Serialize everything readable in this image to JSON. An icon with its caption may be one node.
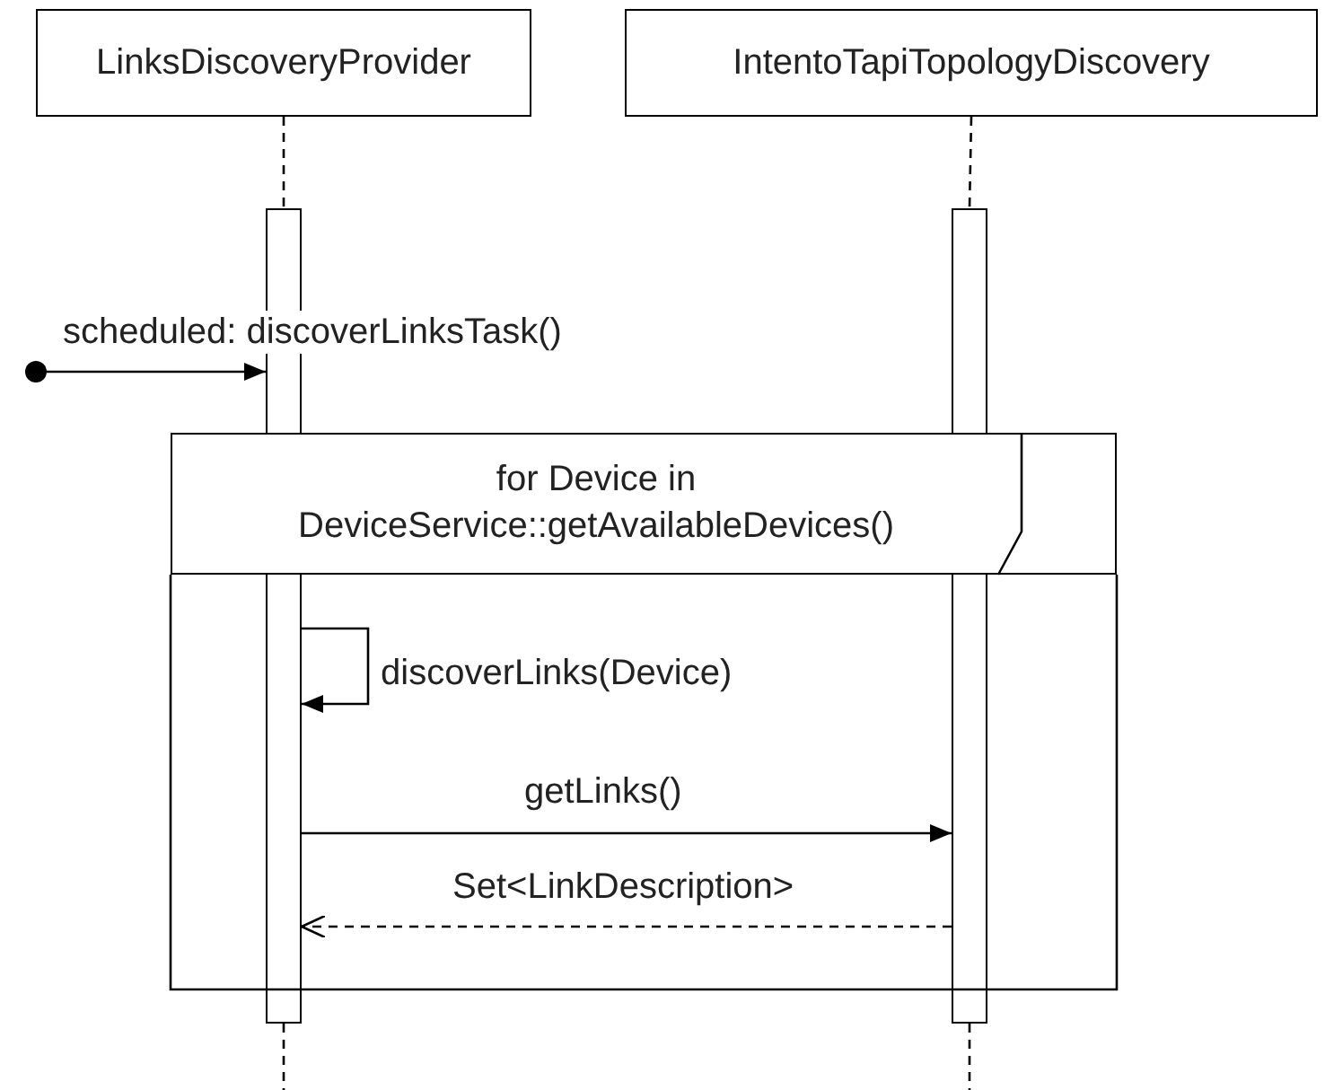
{
  "diagram": {
    "nodes": [
      {
        "text": [
          "LinksDiscoveryProvider"
        ]
      },
      {
        "text": [
          "IntentoTapiTopologyDiscovery"
        ]
      },
      {
        "text": [],
        "shape": "bar"
      },
      {
        "text": [],
        "shape": "bar"
      },
      {
        "text": [],
        "shape": "circle"
      },
      {
        "text": [
          "for Device in DeviceService::getAvailableDevices()"
        ]
      }
    ],
    "edges": [
      {
        "from": 0,
        "to": 2,
        "arrow": "none",
        "style": "dashed"
      },
      {
        "from": 1,
        "to": 3,
        "arrow": "none",
        "style": "dashed"
      },
      {
        "from": 2,
        "to": null,
        "arrow": "none",
        "style": "dashed"
      },
      {
        "from": 3,
        "to": null,
        "arrow": "none",
        "style": "dashed"
      },
      {
        "from": 4,
        "to": 2,
        "arrow": "to",
        "label": "scheduled: discoverLinksTask()"
      },
      {
        "from": 2,
        "to": 2,
        "arrow": "to",
        "label": "discoverLinks(Device)"
      },
      {
        "from": 2,
        "to": 3,
        "arrow": "to",
        "label": "getLinks()"
      },
      {
        "from": 3,
        "to": 2,
        "arrow": "to",
        "label": "Set<LinkDescription>",
        "style": "dashed"
      }
    ]
  }
}
